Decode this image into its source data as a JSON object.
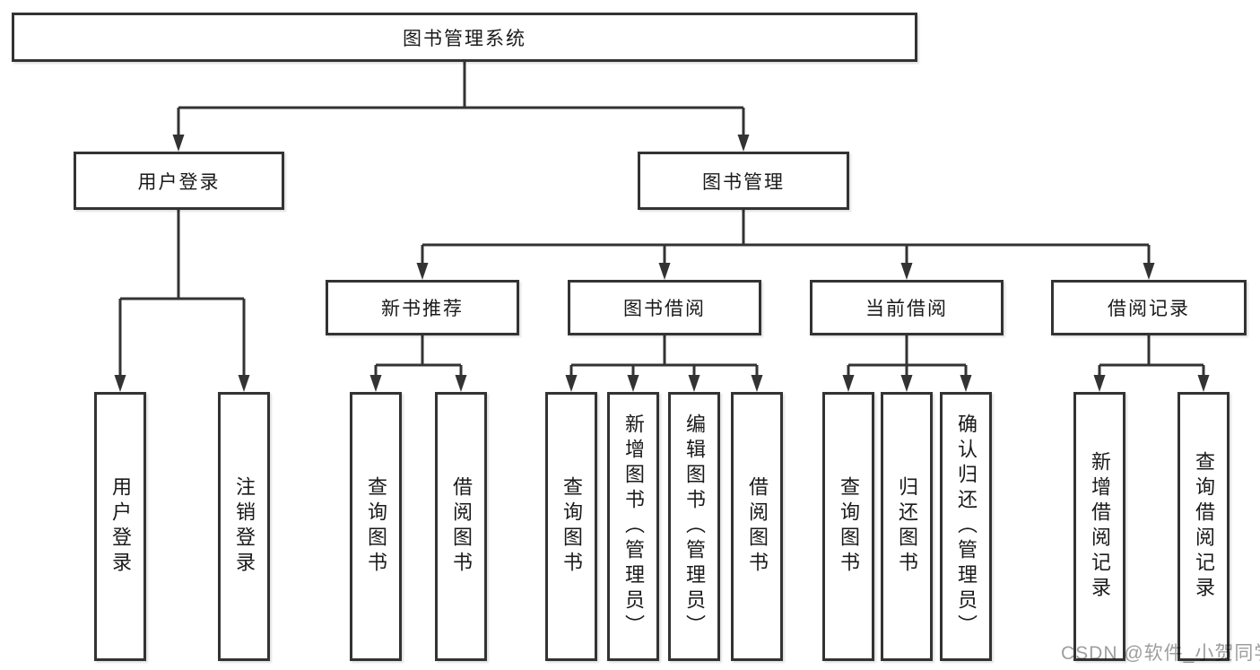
{
  "watermark": "CSDN @软件_小贺同学",
  "colors": {
    "line": "#333333",
    "box_border": "#333333",
    "text": "#1a1a1a",
    "watermark_gray": "#9e9e9e",
    "background": "#ffffff"
  },
  "tree": {
    "root": "图书管理系统",
    "branches": [
      {
        "label": "用户登录",
        "children": [
          "用户登录",
          "注销登录"
        ]
      },
      {
        "label": "图书管理",
        "groups": [
          {
            "label": "新书推荐",
            "children": [
              "查询图书",
              "借阅图书"
            ]
          },
          {
            "label": "图书借阅",
            "children": [
              "查询图书",
              "新增图书（管理员）",
              "编辑图书（管理员）",
              "借阅图书"
            ]
          },
          {
            "label": "当前借阅",
            "children": [
              "查询图书",
              "归还图书",
              "确认归还（管理员）"
            ]
          },
          {
            "label": "借阅记录",
            "children": [
              "新增借阅记录",
              "查询借阅记录"
            ]
          }
        ]
      }
    ]
  }
}
